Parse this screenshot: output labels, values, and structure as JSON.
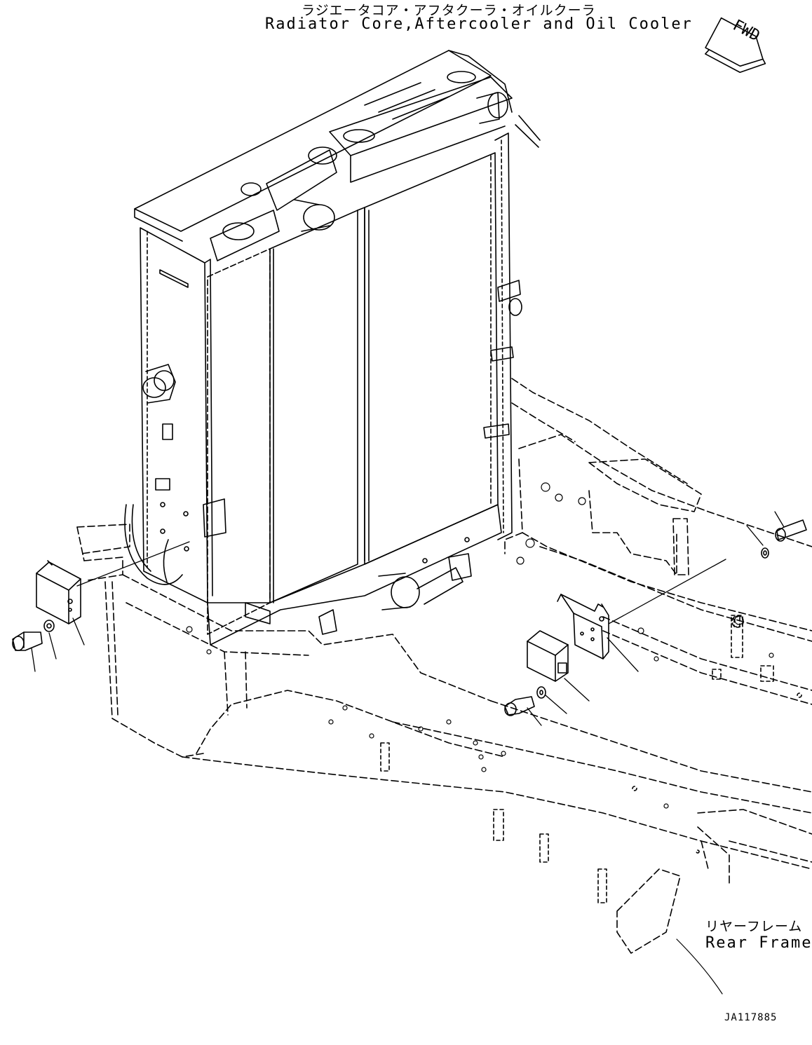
{
  "labels": {
    "title_jp": "ラジエータコア・アフタクーラ・オイルクーラ",
    "title_en": "Radiator Core,Aftercooler and Oil Cooler",
    "rear_jp": "リヤーフレーム",
    "rear_en": "Rear Frame",
    "fwd": "FWD",
    "drawing_code": "JA117885"
  }
}
